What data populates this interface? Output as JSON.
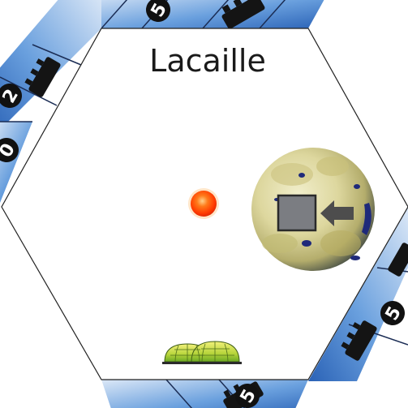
{
  "system": {
    "name": "Lacaille"
  },
  "colors": {
    "hex_fill": "#ffffff",
    "hex_outline": "#222222",
    "edge_light": "#d6e4f5",
    "edge_dark": "#2f6fc0",
    "star_core": "#ff3a00",
    "star_glow": "#ffb070",
    "planet_light": "#e4e0b4",
    "planet_dark": "#2f3a66",
    "ocean": "#1f2a7a",
    "dome_green": "#8fcf2b",
    "dome_yellow": "#e8e84a"
  },
  "edge_labels": {
    "top_left": "5",
    "left_upper": "2",
    "left_middle": "0",
    "right_lower": "5",
    "bottom": "5"
  },
  "icons": {
    "star": "star-icon",
    "planet": "planet-icon",
    "planet_marker": "planet-marker-square-icon",
    "arrow": "arrow-left-icon",
    "domes": "colony-domes-icon",
    "ship": "ship-silhouette-icon"
  }
}
